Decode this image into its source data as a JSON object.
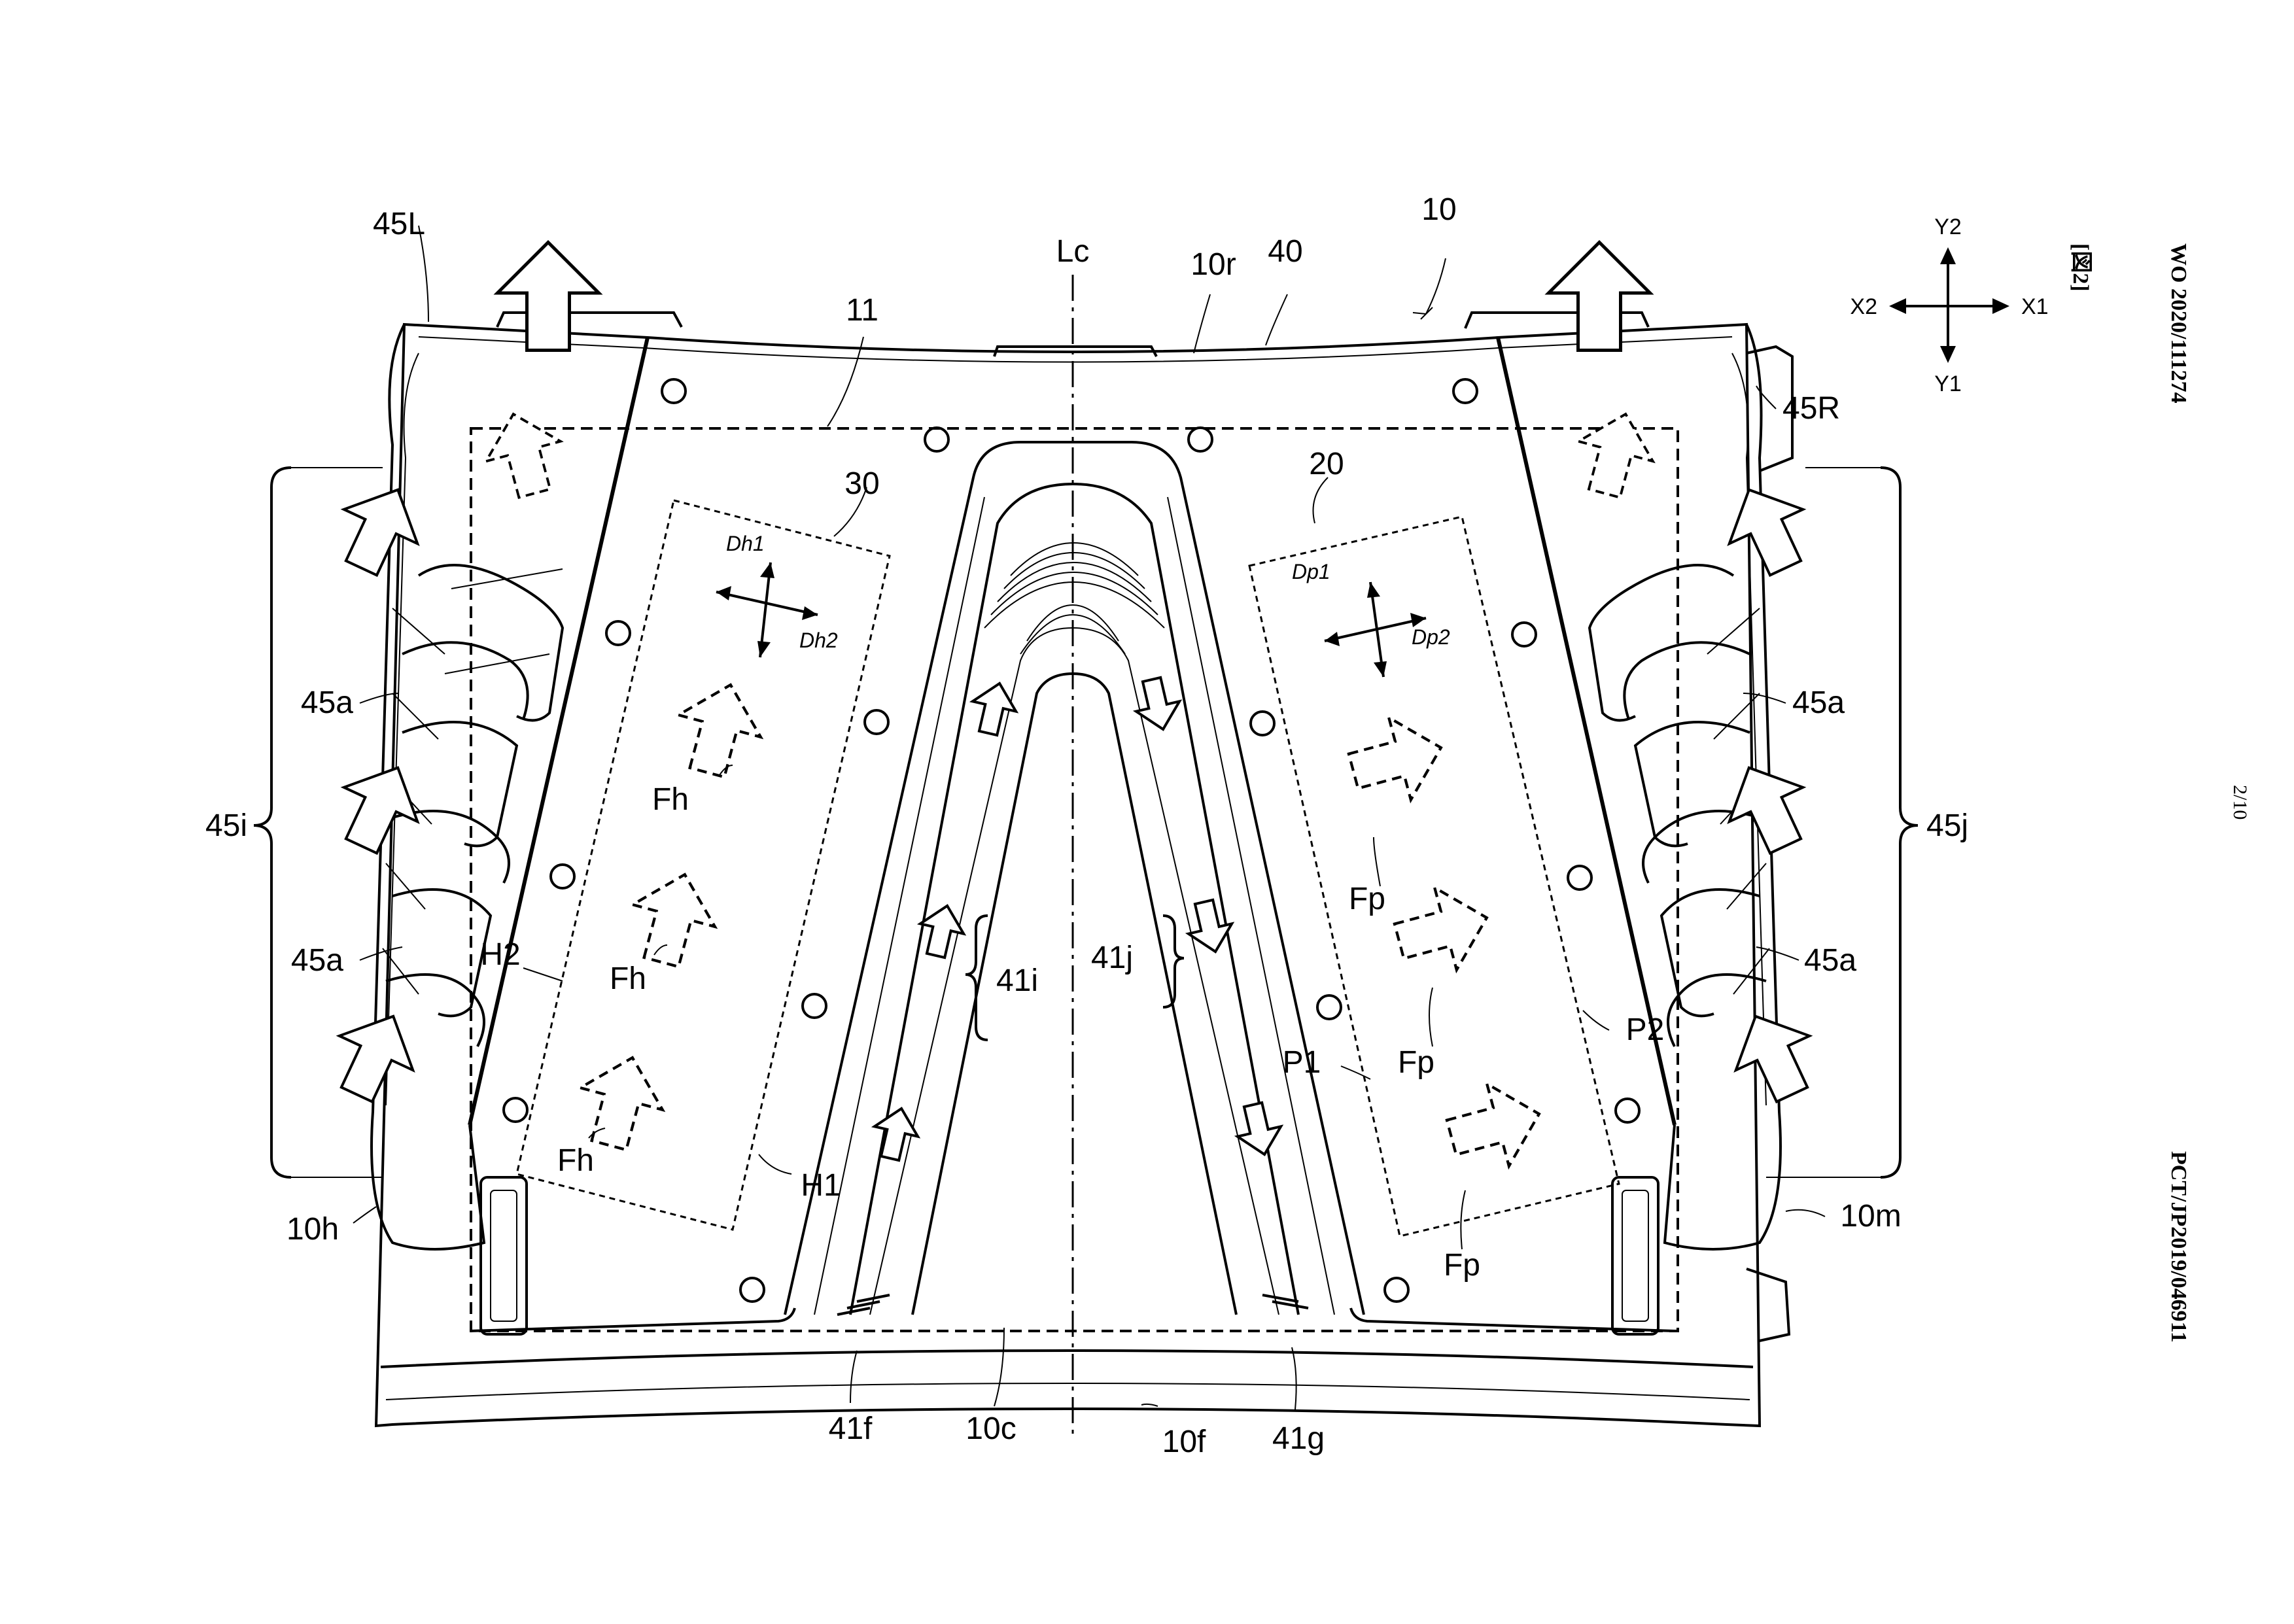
{
  "figure": {
    "figure_label": "[図2]",
    "publication_number": "WO 2020/111274",
    "application_number": "PCT/JP2019/046911",
    "page_indicator": "2/10"
  },
  "axes_legend": {
    "y_up": "Y2",
    "y_down": "Y1",
    "x_left": "X2",
    "x_right": "X1"
  },
  "labels": {
    "l10": "10",
    "l40": "40",
    "l10r": "10r",
    "lLc": "Lc",
    "l11": "11",
    "l45L": "45L",
    "l45R": "45R",
    "l30": "30",
    "l20": "20",
    "lDh1": "Dh1",
    "lDh2": "Dh2",
    "lDp1": "Dp1",
    "lDp2": "Dp2",
    "l45a_1": "45a",
    "l45a_2": "45a",
    "l45a_3": "45a",
    "l45a_4": "45a",
    "l45i": "45i",
    "l45j": "45j",
    "lFh1": "Fh",
    "lFh2": "Fh",
    "lFh3": "Fh",
    "lFp1": "Fp",
    "lFp2": "Fp",
    "lFp3": "Fp",
    "lH1": "H1",
    "lH2": "H2",
    "lP1": "P1",
    "lP2": "P2",
    "l41i": "41i",
    "l41j": "41j",
    "l10h": "10h",
    "l10m": "10m",
    "l41f": "41f",
    "l10c": "10c",
    "l10f": "10f",
    "l41g": "41g"
  }
}
